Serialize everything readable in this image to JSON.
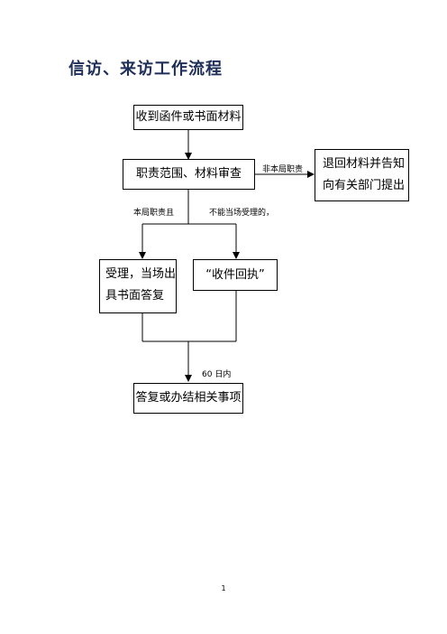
{
  "title": "信访、来访工作流程",
  "nodes": {
    "receive": "收到函件或书面材料",
    "review": "职责范围、材料审查",
    "return_line1": "退回材料并告知",
    "return_line2": "向有关部门提出",
    "accept_line1": "受理，当场出",
    "accept_line2": "具书面答复",
    "receipt": "“收件回执”",
    "reply": "答复或办结相关事项"
  },
  "edge_labels": {
    "not_scope": "非本局职责",
    "in_scope": "本局职责且",
    "cannot_accept": "不能当场受理的，",
    "within_days": "60 日内"
  },
  "page_number": "1"
}
